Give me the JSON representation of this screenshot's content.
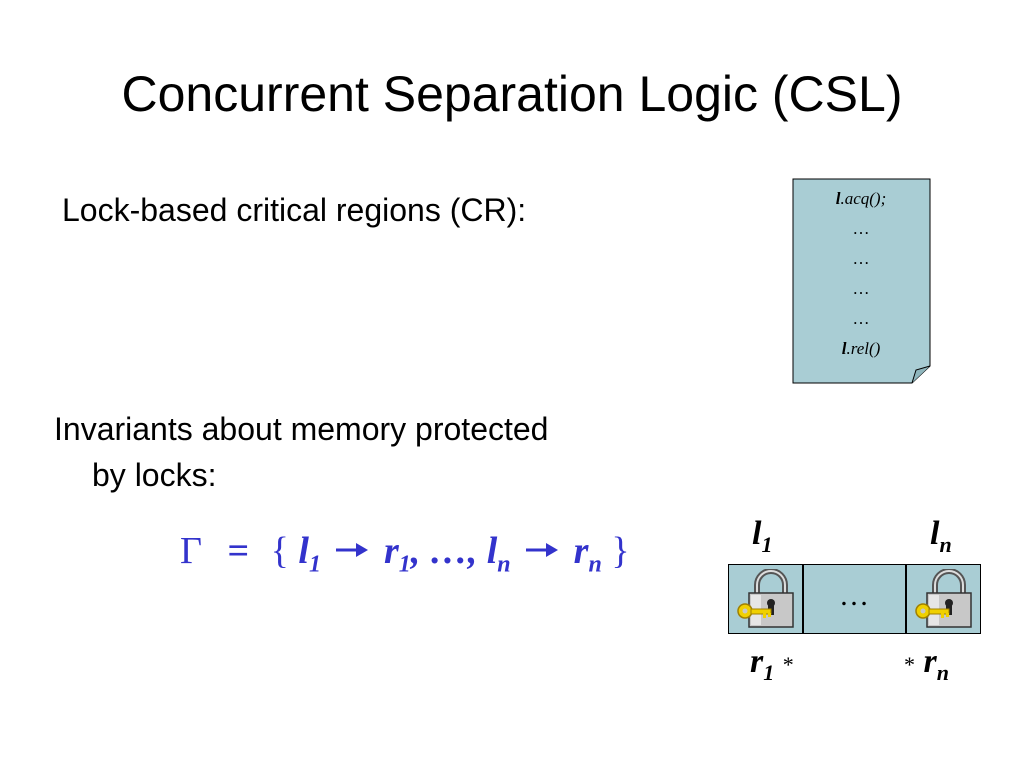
{
  "slide": {
    "title": "Concurrent Separation Logic (CSL)",
    "bullet1": "Lock-based critical regions (CR):",
    "bullet2_line1": "Invariants about memory protected",
    "bullet2_line2": "by locks:"
  },
  "code_block": {
    "lock_var": "l",
    "acquire": ".acq();",
    "ellipsis_lines": [
      "…",
      "…",
      "…",
      "…"
    ],
    "release": ".rel()"
  },
  "formula": {
    "gamma": "Γ",
    "equals": "=",
    "open_brace": "{",
    "first_lock": "l",
    "first_index": "1",
    "first_resource": "r",
    "first_resource_index": "1",
    "middle": ", …, ",
    "last_lock": "l",
    "last_index": "n",
    "last_resource": "r",
    "last_resource_index": "n",
    "close_brace": "}",
    "comma": ","
  },
  "lock_diagram": {
    "top_left_label": "l",
    "top_left_index": "1",
    "top_right_label": "l",
    "top_right_index": "n",
    "middle_dots": "…",
    "bottom_left_label": "r",
    "bottom_left_index": "1",
    "bottom_left_star": "*",
    "bottom_right_star": "*",
    "bottom_right_label": "r",
    "bottom_right_index": "n",
    "cell_color": "#a9cdd4",
    "lock_body_color": "#c8c8c8",
    "key_color": "#f0d000"
  }
}
